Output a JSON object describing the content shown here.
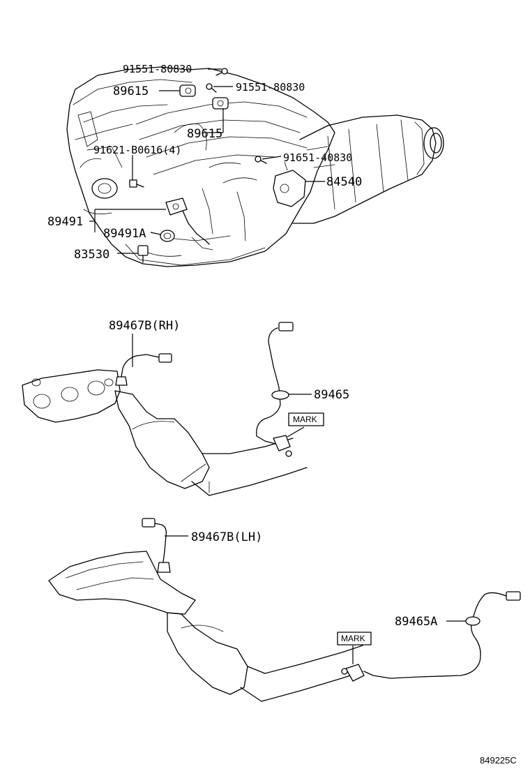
{
  "parts": {
    "p91551_80830_a": "91551-80830",
    "p89615_a": "89615",
    "p91551_80830_b": "91551-80830",
    "p89615_b": "89615",
    "p91621": "91621-B0616(4)",
    "p91651": "91651-40830",
    "p84540": "84540",
    "p89491": "89491",
    "p89491A": "89491A",
    "p83530": "83530",
    "p89467B_RH": "89467B(RH)",
    "p89465": "89465",
    "mark_1": "MARK",
    "p89467B_LH": "89467B(LH)",
    "p89465A": "89465A",
    "mark_2": "MARK"
  },
  "illustration_code": "849225C"
}
